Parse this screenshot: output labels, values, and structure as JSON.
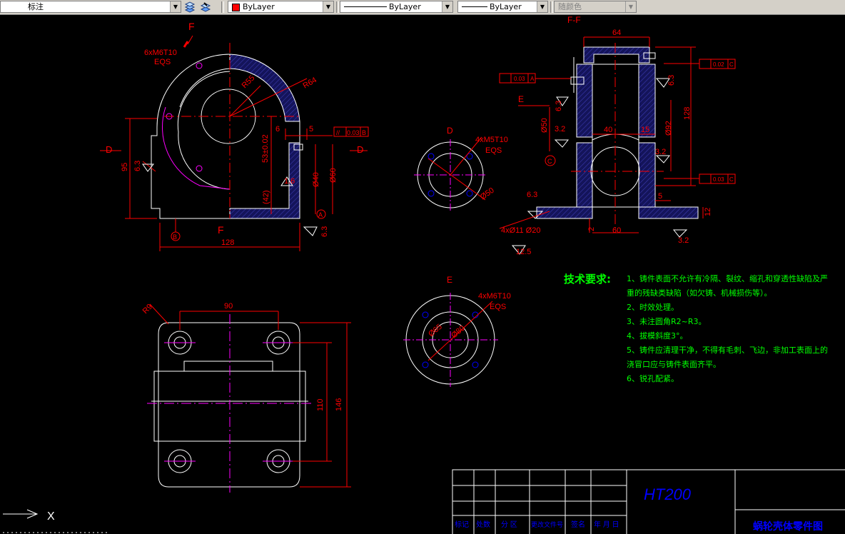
{
  "toolbar": {
    "layer_value": "标注",
    "color_value": "ByLayer",
    "linetype_value": "ByLayer",
    "lineweight_value": "ByLayer",
    "plotstyle_value": "随颜色"
  },
  "section_labels": {
    "f_top": "F",
    "f_bottom": "F",
    "d_left": "D",
    "d_right": "D",
    "ff_title": "F-F",
    "d_view": "D",
    "e_view": "E",
    "e_arrow": "E"
  },
  "dims": {
    "holes_m6": "6xM6T10",
    "eqs1": "EQS",
    "r55": "R55",
    "r64": "R64",
    "d6": "6",
    "d5a": "5",
    "d53": "53±0.02",
    "d95": "95",
    "d63a": "6.3",
    "d16": "1.6",
    "d40": "Ø40",
    "d60": "Ø60",
    "d42": "(42)",
    "d63b": "6.3",
    "d128a": "128",
    "tol_par": "0.03",
    "datum_b": "B",
    "datum_a": "A",
    "parallel_sym": "//",
    "holes_m5": "4xM5T10",
    "eqs2": "EQS",
    "d50d": "Ø50",
    "d63c": "6.3",
    "d4x11": "4xØ11 Ø20",
    "d125": "12.5",
    "d64": "64",
    "d40b": "40",
    "d15": "15",
    "d32a": "3.2",
    "d32b": "3.2",
    "d32c": "3.2",
    "d50e": "Ø50",
    "d92": "Ø92",
    "d128b": "128",
    "d63e": "6.3",
    "d63f": "6.3",
    "d5b": "5",
    "d12": "12",
    "d2": "2",
    "d60b": "60",
    "tol_perp": "0.03",
    "tol_run": "0.02",
    "tol_coax": "0.03",
    "datum_a2": "A",
    "datum_c": "C",
    "datum_c2": "C",
    "datum_c3": "C",
    "holes_m6b": "4xM6T10",
    "eqs3": "EQS",
    "d65": "Ø65",
    "d80": "Ø80",
    "r9": "R9",
    "d90": "90",
    "d110": "110",
    "d146": "146"
  },
  "tech": {
    "heading": "技术要求:",
    "items": [
      "1、铸件表面不允许有冷隔、裂纹、缩孔和穿透性缺陷及严",
      "重的残缺类缺陷（如欠铸、机械损伤等）。",
      "2、时效处理。",
      "3、未注圆角R2~R3。",
      "4、拔模斜度3°。",
      "5、铸件应清理干净，不得有毛刺、飞边，非加工表面上的",
      "浇冒口应与铸件表面齐平。",
      "6、锐孔配紧。"
    ]
  },
  "title_block": {
    "material": "HT200",
    "drawing_name": "蜗轮壳体零件图",
    "headers": [
      "标记",
      "处数",
      "分 区",
      "更改文件号",
      "签名",
      "年 月 日"
    ]
  },
  "ucs": {
    "x_label": "X"
  },
  "colors": {
    "red": "#ff0000",
    "white": "#ffffff",
    "magenta": "#ff00ff",
    "blue": "#0000ff",
    "green": "#00ff00",
    "section_fill": "#1a1a66"
  }
}
